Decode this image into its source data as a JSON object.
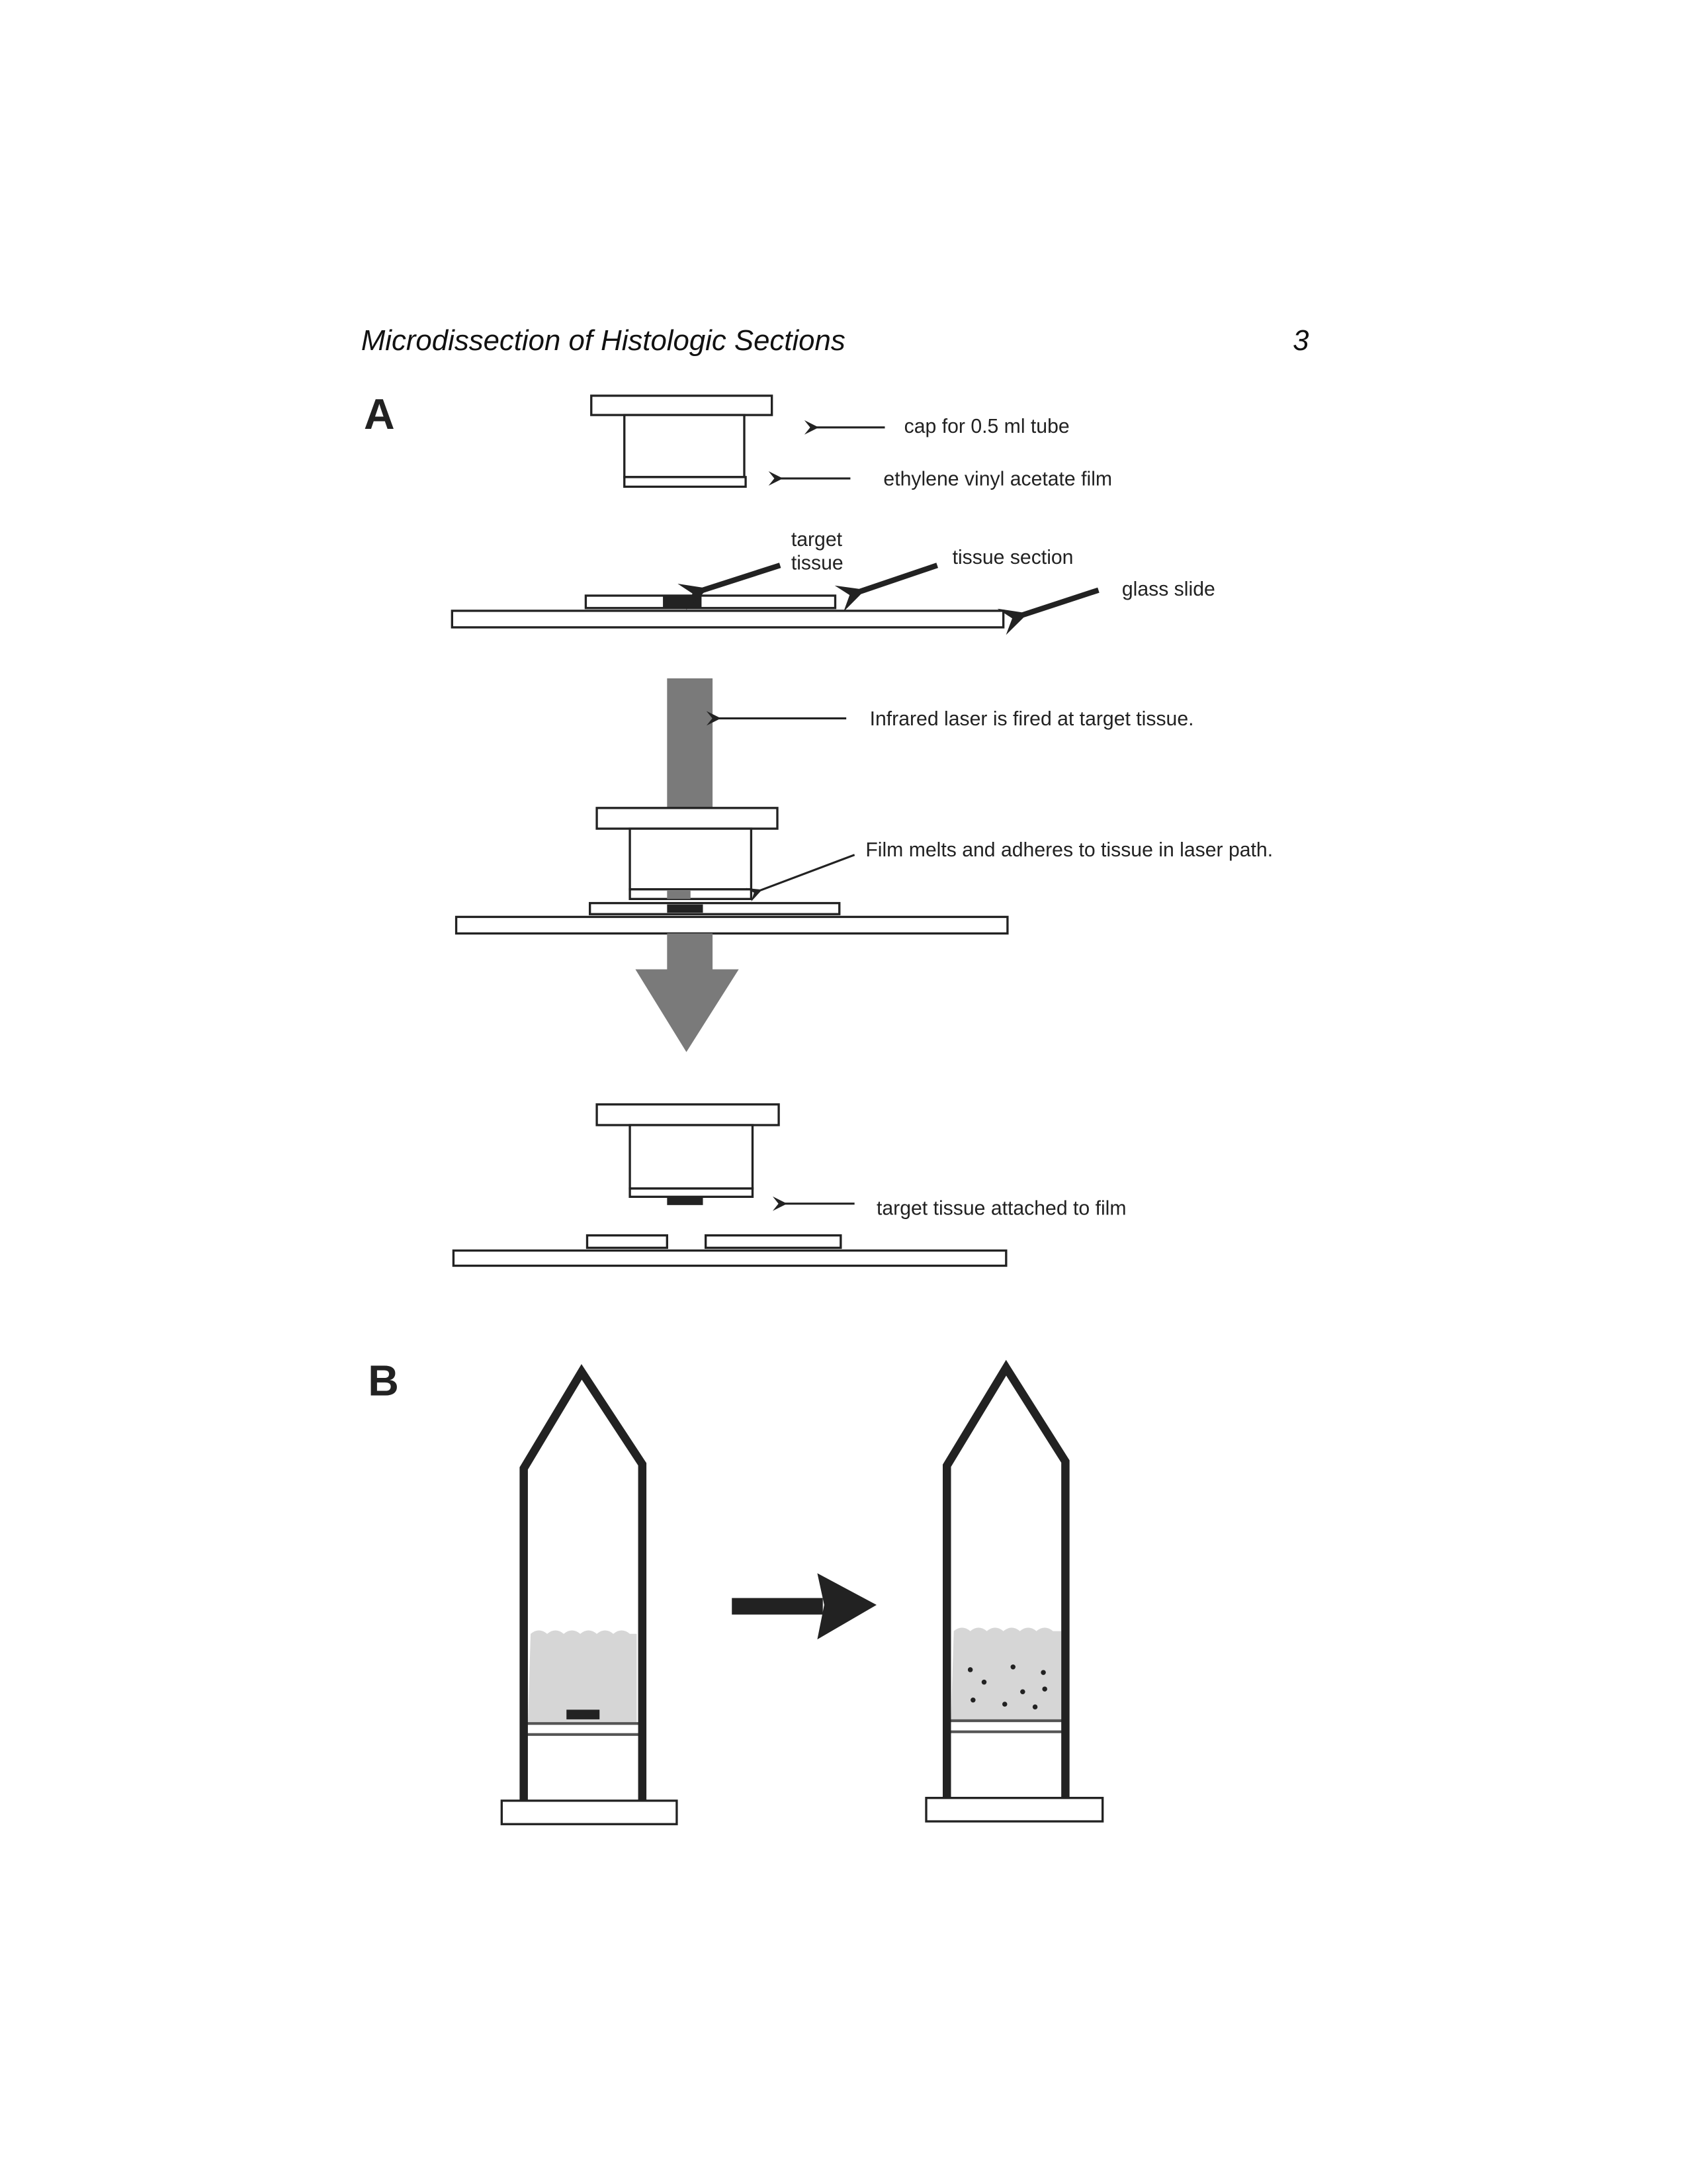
{
  "header": {
    "running_title": "Microdissection of Histologic Sections",
    "page_number": "3"
  },
  "figure": {
    "panel_a": {
      "label": "A",
      "labels": {
        "cap": "cap for 0.5 ml tube",
        "film": "ethylene vinyl acetate film",
        "target_line1": "target",
        "target_line2": "tissue",
        "tissue_section": "tissue section",
        "glass_slide": "glass slide",
        "laser": "Infrared laser is fired at target tissue.",
        "film_melts": "Film melts and adheres to tissue in laser path.",
        "attached": "target tissue attached to film"
      }
    },
    "panel_b": {
      "label": "B"
    },
    "colors": {
      "ink": "#222222",
      "laser_gray": "#7a7a7a",
      "liquid_gray": "#d6d6d6"
    }
  }
}
